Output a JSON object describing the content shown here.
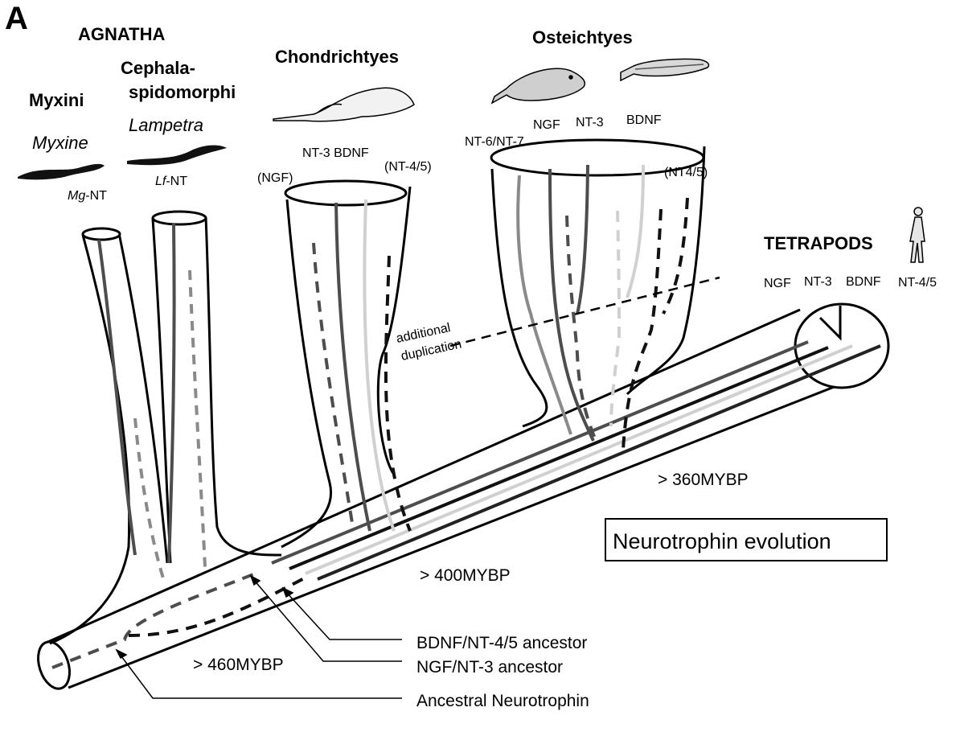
{
  "panel_letter": "A",
  "groups": {
    "agnatha": "AGNATHA",
    "myxini": "Myxini",
    "cephalaspidomorphi_1": "Cephala-",
    "cephalaspidomorphi_2": "spidomorphi",
    "chondrichthyes": "Chondrichtyes",
    "osteichthyes": "Osteichtyes",
    "tetrapods": "TETRAPODS"
  },
  "genera": {
    "myxine": "Myxine",
    "lampetra": "Lampetra"
  },
  "genes": {
    "mg_prefix": "Mg",
    "mg_suffix": "-NT",
    "lf_prefix": "Lf",
    "lf_suffix": "-NT",
    "chond_ngf": "(NGF)",
    "chond_nt3_bdnf": "NT-3 BDNF",
    "chond_nt45": "(NT-4/5)",
    "ost_nt67": "NT-6/NT-7",
    "ost_ngf": "NGF",
    "ost_nt3": "NT-3",
    "ost_bdnf": "BDNF",
    "ost_nt45": "(NT4/5)",
    "tet_ngf": "NGF",
    "tet_nt3": "NT-3",
    "tet_bdnf": "BDNF",
    "tet_nt45": "NT-4/5"
  },
  "annotations": {
    "additional_1": "additional",
    "additional_2": "duplication",
    "mybp_360": "> 360MYBP",
    "mybp_400": "> 400MYBP",
    "mybp_460": "> 460MYBP",
    "title": "Neurotrophin evolution",
    "bdnf_ancestor": "BDNF/NT-4/5  ancestor",
    "ngf_ancestor": "NGF/NT-3  ancestor",
    "ancestral": "Ancestral  Neurotrophin"
  },
  "colors": {
    "outline": "#000000",
    "dark_gray": "#4d4d4d",
    "mid_gray": "#8a8a8a",
    "light_gray": "#d0d0d0",
    "black": "#111111"
  }
}
